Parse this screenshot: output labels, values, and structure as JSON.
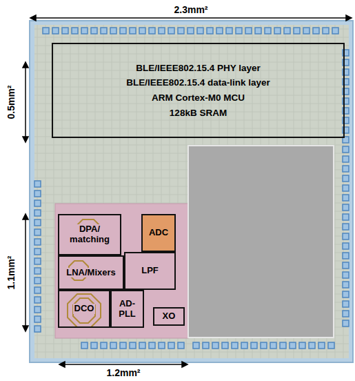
{
  "diagram": {
    "nodes": [
      {
        "text": [
          "BLE/IEEE802.15.4 PHY layer",
          "BLE/IEEE802.15.4 data-link layer",
          "ARM Cortex-M0 MCU",
          "128kB SRAM"
        ]
      },
      {
        "text": [
          "DPA/ matching"
        ]
      },
      {
        "text": [
          "ADC"
        ]
      },
      {
        "text": [
          "LNA/Mixers"
        ]
      },
      {
        "text": [
          "LPF"
        ]
      },
      {
        "text": [
          "DCO"
        ]
      },
      {
        "text": [
          "AD- PLL"
        ]
      },
      {
        "text": [
          "XO"
        ]
      }
    ],
    "labels": [
      "2.3mm²",
      "0.5mm²",
      "1.1mm²",
      "1.2mm²"
    ]
  }
}
